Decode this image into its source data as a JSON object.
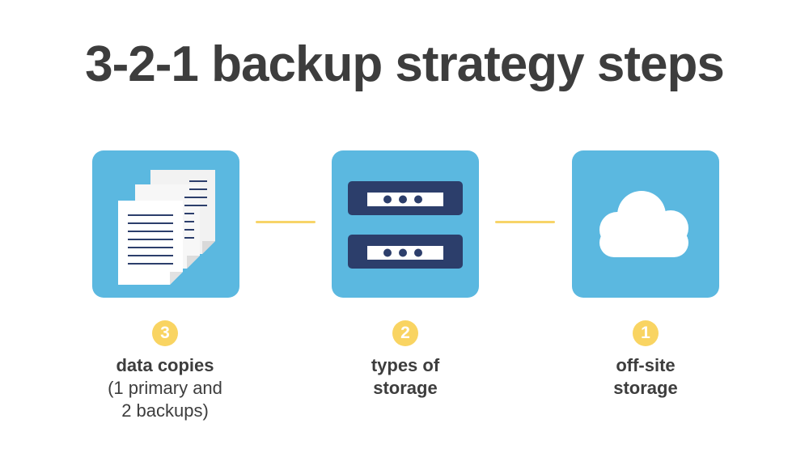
{
  "title": "3-2-1 backup strategy steps",
  "colors": {
    "box": "#5bb8e0",
    "connector": "#f7d468",
    "badge": "#f9d462",
    "text": "#3d3d3d",
    "server": "#2c3e6b"
  },
  "steps": [
    {
      "icon": "documents-icon",
      "number": "3",
      "label_lines": [
        "data copies"
      ],
      "sub_lines": [
        "(1 primary and",
        "2 backups)"
      ]
    },
    {
      "icon": "server-icon",
      "number": "2",
      "label_lines": [
        "types of",
        "storage"
      ],
      "sub_lines": []
    },
    {
      "icon": "cloud-icon",
      "number": "1",
      "label_lines": [
        "off-site",
        "storage"
      ],
      "sub_lines": []
    }
  ]
}
